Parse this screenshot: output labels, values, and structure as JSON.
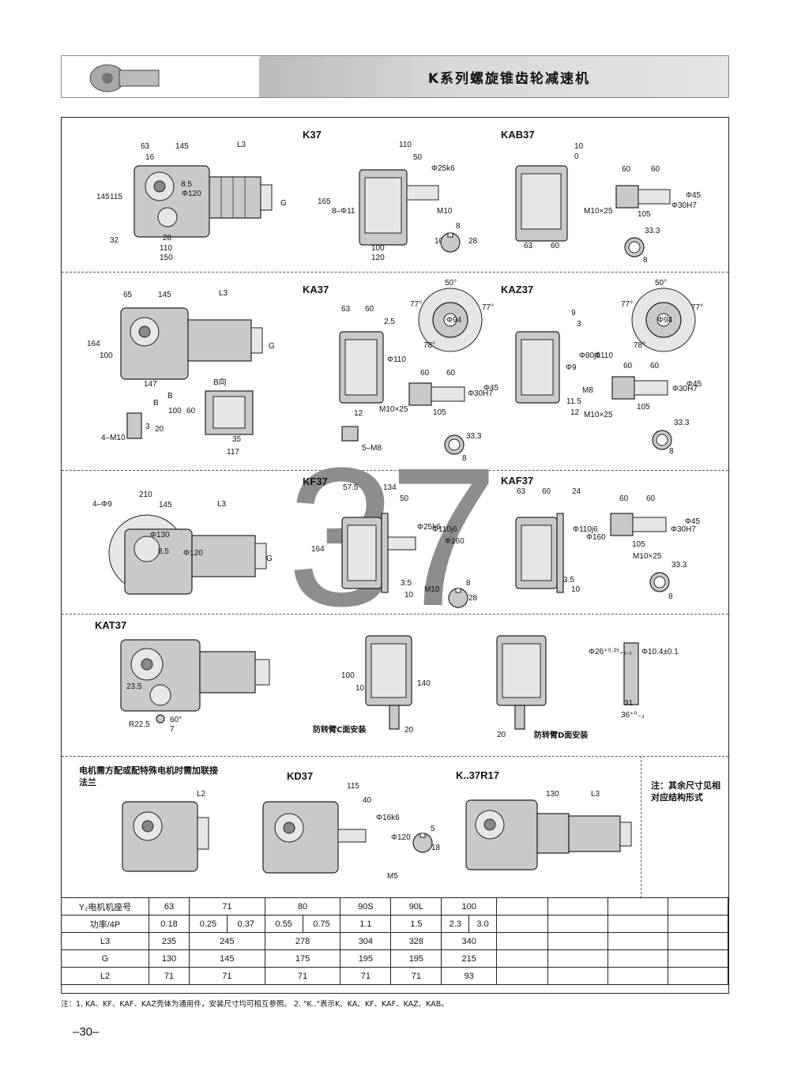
{
  "header": {
    "title": "K系列螺旋锥齿轮减速机"
  },
  "big_number": "37",
  "models": {
    "k": "K37",
    "kab": "KAB37",
    "ka": "KA37",
    "kaz": "KAZ37",
    "kf": "KF37",
    "kaf": "KAF37",
    "kat": "KAT37",
    "kd": "KD37",
    "kr": "K..37R17"
  },
  "dims": {
    "k_63": "63",
    "k_145": "145",
    "k_L3": "L3",
    "k_16": "16",
    "k_145v": "145",
    "k_115": "115",
    "k_G": "G",
    "k_phi120": "Φ120",
    "k_85": "8.5",
    "k_32": "32",
    "k_28": "28",
    "k_110": "110",
    "k_150": "150",
    "k2_110": "110",
    "k2_50": "50",
    "k2_phi25": "Φ25k6",
    "k2_165": "165",
    "k2_8phi11": "8–Φ11",
    "k2_M10": "M10",
    "k2_8": "8",
    "k2_28": "28",
    "k2_10": "10",
    "k2_100": "100",
    "k2_120": "120",
    "kab_10": "10",
    "kab_0": "0",
    "kab_60a": "60",
    "kab_60b": "60",
    "kab_M10x25": "M10×25",
    "kab_phi30": "Φ30H7",
    "kab_phi45": "Φ45",
    "kab_105": "105",
    "kab_333": "33.3",
    "kab_8": "8",
    "kab_63": "63",
    "kab_60": "60",
    "ka_65": "65",
    "ka_145": "145",
    "ka_L3": "L3",
    "ka_164": "164",
    "ka_100": "100",
    "ka_G": "G",
    "ka_147": "147",
    "ka_B": "B",
    "ka_Bdir": "B向",
    "ka_100b": "100",
    "ka_60": "60",
    "ka_35": "35",
    "ka_117": "117",
    "ka_4M10": "4–M10",
    "ka_3": "3",
    "ka_20": "20",
    "ka2_63": "63",
    "ka2_60": "60",
    "ka2_25": "2.5",
    "ka2_phi110": "Φ110",
    "ka2_60a": "60",
    "ka2_60b": "60",
    "ka2_M10": "M10×25",
    "ka2_phi30": "Φ30H7",
    "ka2_phi45": "Φ45",
    "ka2_105": "105",
    "ka2_12": "12",
    "ka2_5M8": "5–M8",
    "ka2_333": "33.3",
    "ka2_8": "8",
    "ka_50deg": "50°",
    "ka_77a": "77°",
    "ka_77b": "77°",
    "ka_78": "78°",
    "ka_phi94": "Φ94",
    "kaz_9": "9",
    "kaz_3": "3",
    "kaz_phi80": "Φ80j6",
    "kaz_phi110": "Φ110",
    "kaz_phi9": "Φ9",
    "kaz_M8": "M8",
    "kaz_115": "11.5",
    "kaz_12": "12",
    "kaz_60a": "60",
    "kaz_60b": "60",
    "kaz_M10": "M10×25",
    "kaz_phi30": "Φ30H7",
    "kaz_phi45": "Φ45",
    "kaz_105": "105",
    "kaz_333": "33.3",
    "kaz_8": "8",
    "kaz_50deg": "50°",
    "kaz_77a": "77°",
    "kaz_77b": "77°",
    "kaz_78": "78°",
    "kaz_phi94": "Φ94",
    "kf_4phi9": "4–Φ9",
    "kf_210": "210",
    "kf_145": "145",
    "kf_L3": "L3",
    "kf_phi130": "Φ130",
    "kf_85": "8.5",
    "kf_phi120": "Φ120",
    "kf_G": "G",
    "kf2_575": "57.5",
    "kf2_134": "134",
    "kf2_50": "50",
    "kf2_164": "164",
    "kf2_phi25": "Φ25k6",
    "kf2_phi110": "Φ110j6",
    "kf2_phi160": "Φ160",
    "kf2_35": "3.5",
    "kf2_10": "10",
    "kf2_M10": "M10",
    "kf2_8": "8",
    "kf2_28": "28",
    "kaf_63": "63",
    "kaf_60": "60",
    "kaf_24": "24",
    "kaf_phi110": "Φ110j6",
    "kaf_phi160": "Φ160",
    "kaf_35": "3.5",
    "kaf_10": "10",
    "kaf_60a": "60",
    "kaf_60b": "60",
    "kaf_phi30": "Φ30H7",
    "kaf_phi45": "Φ45",
    "kaf_105": "105",
    "kaf_M10": "M10×25",
    "kaf_333": "33.3",
    "kaf_8": "8",
    "kat_235": "23.5",
    "kat_R225": "R22.5",
    "kat_60deg": "60°",
    "kat_7": "7",
    "kat_100a": "100",
    "kat_10a": "10",
    "kat_140": "140",
    "kat_20a": "20",
    "kat_20b": "20",
    "kat_C": "防转臂C面安装",
    "kat_D": "防转臂D面安装",
    "kat_phi26": "Φ26⁺⁰·²⁵₊₀.₁",
    "kat_phi10": "Φ10.4±0.1",
    "kat_31": "31",
    "kat_36": "36⁺⁰₋₃",
    "kd_L2": "L2",
    "kd_115": "115",
    "kd_40": "40",
    "kd_phi16": "Φ16k6",
    "kd_phi120": "Φ120",
    "kd_M5": "M5",
    "kd_5": "5",
    "kd_18": "18",
    "kr_130": "130",
    "kr_L3": "L3"
  },
  "notes": {
    "flange": "电机需方配或配特殊电机时需加联接法兰",
    "right": "注：其余尺寸见相对应结构形式",
    "footer": "注：1. KA、KF、KAF、KAZ壳体为通用件，安装尺寸均可相互参照。  2. \"K..\"表示K、KA、KF、KAF、KAZ、KAB。"
  },
  "table": {
    "rows": [
      [
        "Y₂电机机座号",
        "63",
        "71",
        "",
        "80",
        "",
        "90S",
        "90L",
        "100",
        "",
        "",
        "",
        "",
        ""
      ],
      [
        "功率/4P",
        "0.18",
        "0.25",
        "0.37",
        "0.55",
        "0.75",
        "1.1",
        "1.5",
        "2.3",
        "3.0",
        "",
        "",
        "",
        ""
      ],
      [
        "L3",
        "235",
        "245",
        "",
        "278",
        "",
        "304",
        "328",
        "340",
        "",
        "",
        "",
        "",
        ""
      ],
      [
        "G",
        "130",
        "145",
        "",
        "175",
        "",
        "195",
        "195",
        "215",
        "",
        "",
        "",
        "",
        ""
      ],
      [
        "L2",
        "71",
        "71",
        "",
        "71",
        "",
        "71",
        "71",
        "93",
        "",
        "",
        "",
        "",
        ""
      ]
    ]
  },
  "page_number": "–30–"
}
